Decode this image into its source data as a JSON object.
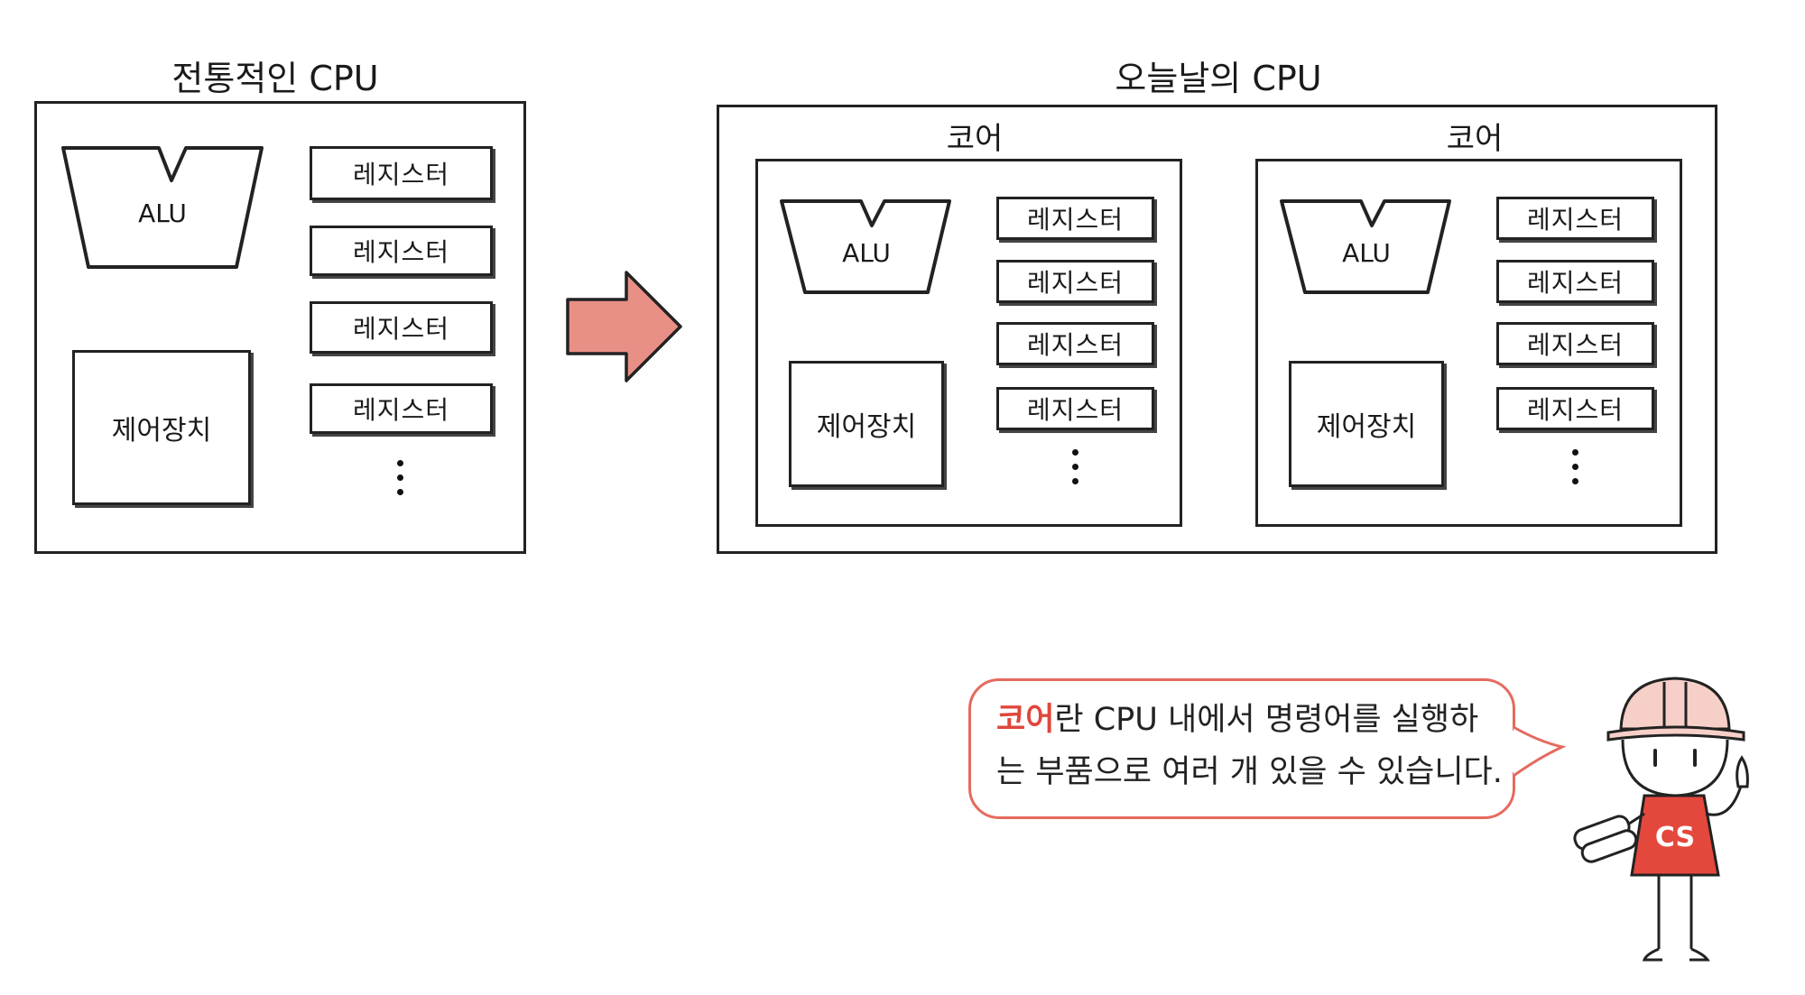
{
  "left_cpu": {
    "title": "전통적인 CPU",
    "alu": "ALU",
    "control_unit": "제어장치",
    "registers": [
      "레지스터",
      "레지스터",
      "레지스터",
      "레지스터"
    ]
  },
  "right_cpu": {
    "title": "오늘날의 CPU",
    "cores": [
      {
        "title": "코어",
        "alu": "ALU",
        "control_unit": "제어장치",
        "registers": [
          "레지스터",
          "레지스터",
          "레지스터",
          "레지스터"
        ]
      },
      {
        "title": "코어",
        "alu": "ALU",
        "control_unit": "제어장치",
        "registers": [
          "레지스터",
          "레지스터",
          "레지스터",
          "레지스터"
        ]
      }
    ]
  },
  "speech_bubble": {
    "highlight": "코어",
    "line1_rest": "란 CPU 내에서 명령어를 실행하",
    "line2": "는 부품으로 여러 개 있을 수 있습니다."
  },
  "mascot": {
    "shirt_label": "CS"
  },
  "colors": {
    "arrow": "#e88f86",
    "accent": "#e0463c",
    "bubble_border": "#e56a5e",
    "shirt": "#e4483d"
  },
  "icons": [
    "transition-arrow-icon",
    "mascot-figure-icon"
  ]
}
